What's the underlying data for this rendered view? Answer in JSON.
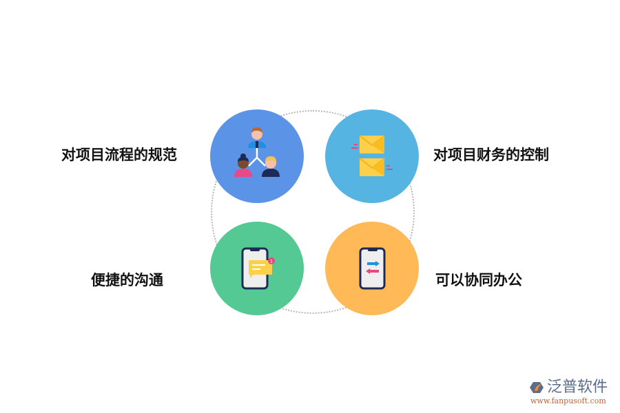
{
  "diagram": {
    "nodes": [
      {
        "label": "对项目流程的规范",
        "icon": "team-hierarchy-icon",
        "color": "#5b93e6"
      },
      {
        "label": "对项目财务的控制",
        "icon": "envelopes-icon",
        "color": "#56b4e3"
      },
      {
        "label": "便捷的沟通",
        "icon": "phone-message-icon",
        "color": "#55c994"
      },
      {
        "label": "可以协同办公",
        "icon": "phone-transfer-icon",
        "color": "#ffb957"
      }
    ]
  },
  "logo": {
    "name": "泛普软件",
    "url": "www.fanpusoft.com"
  }
}
